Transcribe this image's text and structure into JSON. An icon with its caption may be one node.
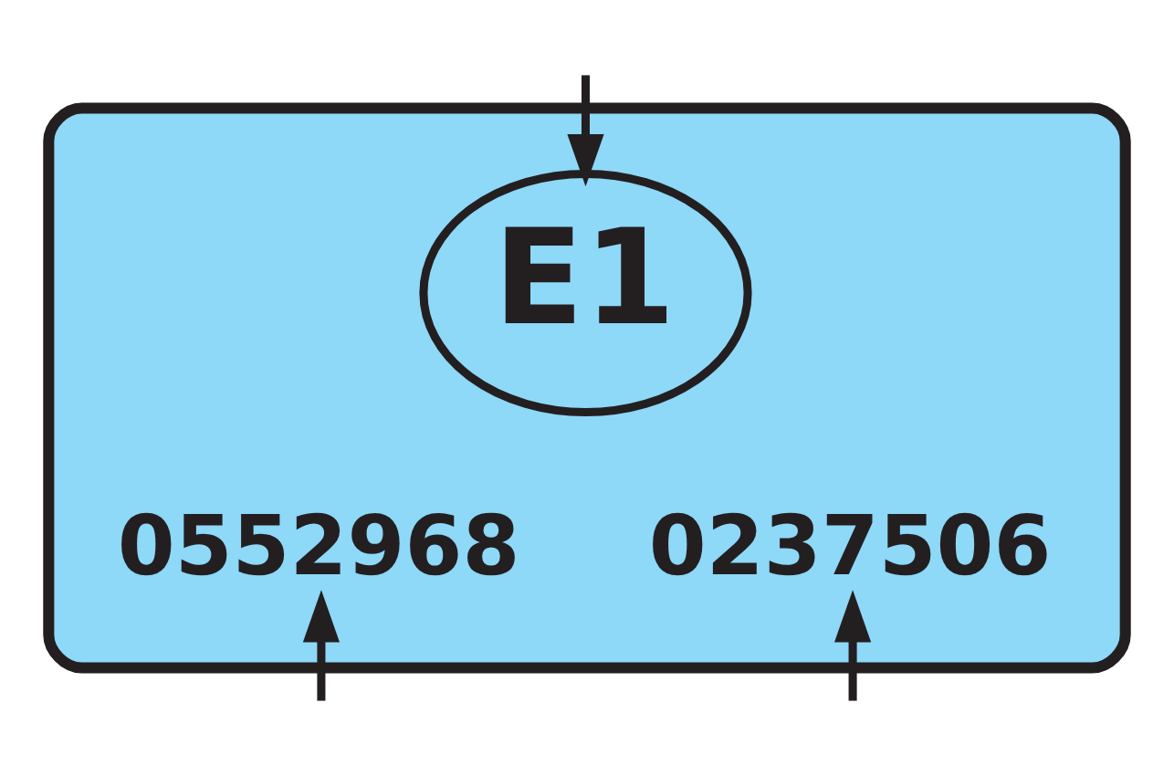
{
  "diagram": {
    "nodes": [
      {
        "text": [],
        "shape": "box"
      },
      {
        "text": [
          "E1"
        ],
        "in": 0
      },
      {
        "text": [
          "0552968"
        ],
        "in": 0
      },
      {
        "text": [
          "0237506"
        ],
        "in": 0
      }
    ],
    "edges": [
      {
        "from": null,
        "to": 1,
        "arrow": "to"
      },
      {
        "from": null,
        "to": 2,
        "arrow": "to"
      },
      {
        "from": null,
        "to": 3,
        "arrow": "to"
      }
    ]
  }
}
